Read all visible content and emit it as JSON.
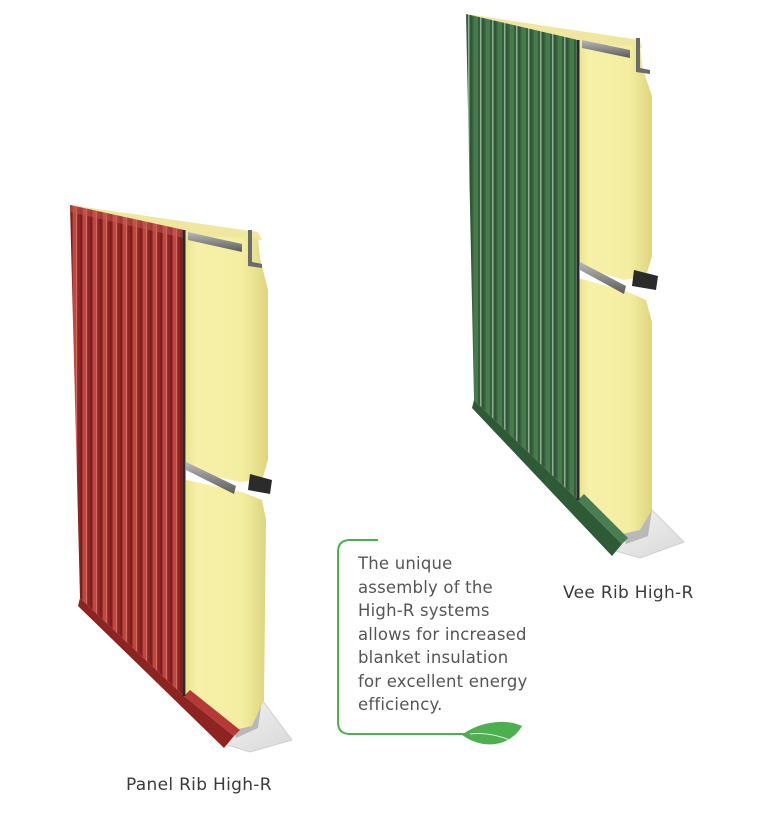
{
  "products": [
    {
      "id": "panel-rib",
      "label": "Panel Rib High-R",
      "cladding_color": "#a8302e",
      "insulation_color": "#f3eea1"
    },
    {
      "id": "vee-rib",
      "label": "Vee Rib High-R",
      "cladding_color": "#3e6d44",
      "insulation_color": "#f3eea1"
    }
  ],
  "callout": {
    "lines": [
      "The unique",
      "assembly of the",
      "High-R systems",
      "allows for increased",
      "blanket insulation",
      "for excellent energy",
      "efficiency."
    ],
    "accent_color": "#4caf50",
    "icon": "leaf-icon"
  }
}
